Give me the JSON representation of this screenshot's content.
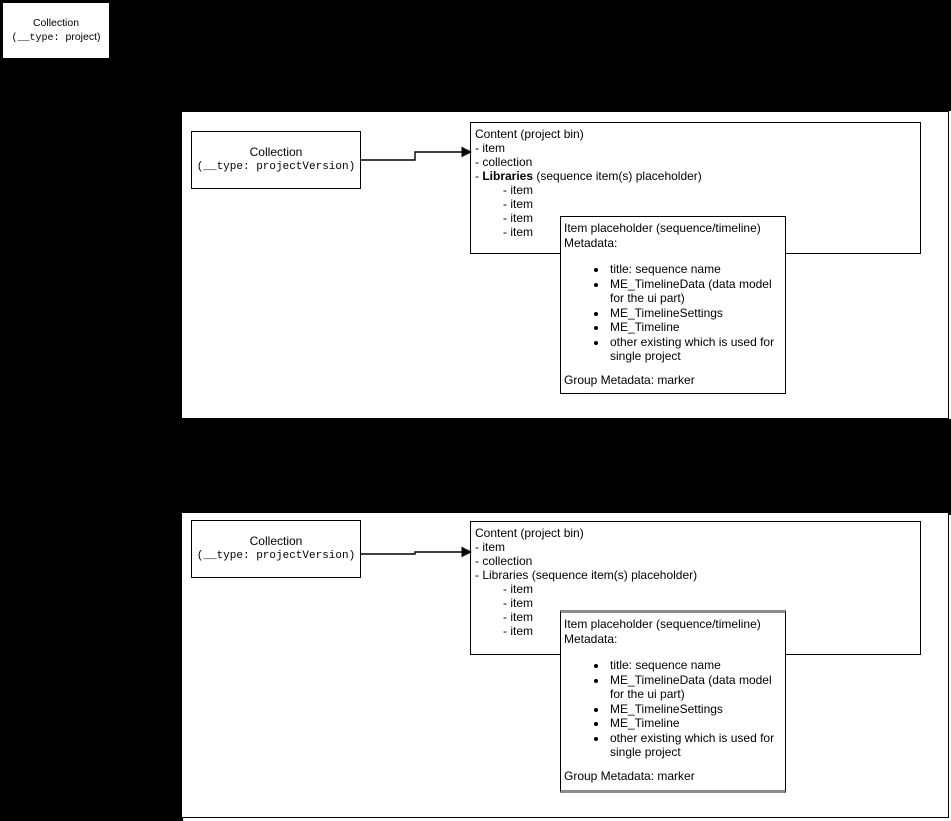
{
  "colors": {
    "background": "#000000",
    "panel": "#ffffff",
    "stroke": "#000000",
    "highlight_border": "#8c8c8c"
  },
  "project_node": {
    "line1": "Collection",
    "line2_mono": "(__type: ",
    "line2_rest": "project)"
  },
  "panels": [
    {
      "collection": {
        "line1": "Collection",
        "line2": "(__type: projectVersion)"
      },
      "content": {
        "title": "Content (project bin)",
        "item1": "- item",
        "item2": "- collection",
        "item3_prefix": "- ",
        "item3_name": "Libraries",
        "item3_suffix": " (sequence item(s) placeholder)",
        "sub_items": [
          "- item",
          "- item",
          "- item",
          "- item"
        ]
      },
      "placeholder": {
        "title": "Item placeholder (sequence/timeline)",
        "subtitle": "Metadata:",
        "bullets": [
          "title: sequence name",
          "ME_TimelineData (data model for the ui part)",
          "ME_TimelineSettings",
          "ME_Timeline",
          "other existing which is used for single project"
        ],
        "footer": "Group Metadata: marker"
      }
    },
    {
      "collection": {
        "line1": "Collection",
        "line2": "(__type: projectVersion)"
      },
      "content": {
        "title": "Content (project bin)",
        "item1": "- item",
        "item2": "- collection",
        "item3_prefix": "- ",
        "item3_name": "Libraries",
        "item3_suffix": " (sequence item(s) placeholder)",
        "sub_items": [
          "- item",
          "- item",
          "- item",
          "- item"
        ]
      },
      "placeholder": {
        "title": "Item placeholder (sequence/timeline)",
        "subtitle": "Metadata:",
        "bullets": [
          "title: sequence name",
          "ME_TimelineData (data model for the ui part)",
          "ME_TimelineSettings",
          "ME_Timeline",
          "other existing which is used for single project"
        ],
        "footer": "Group Metadata: marker"
      }
    }
  ]
}
